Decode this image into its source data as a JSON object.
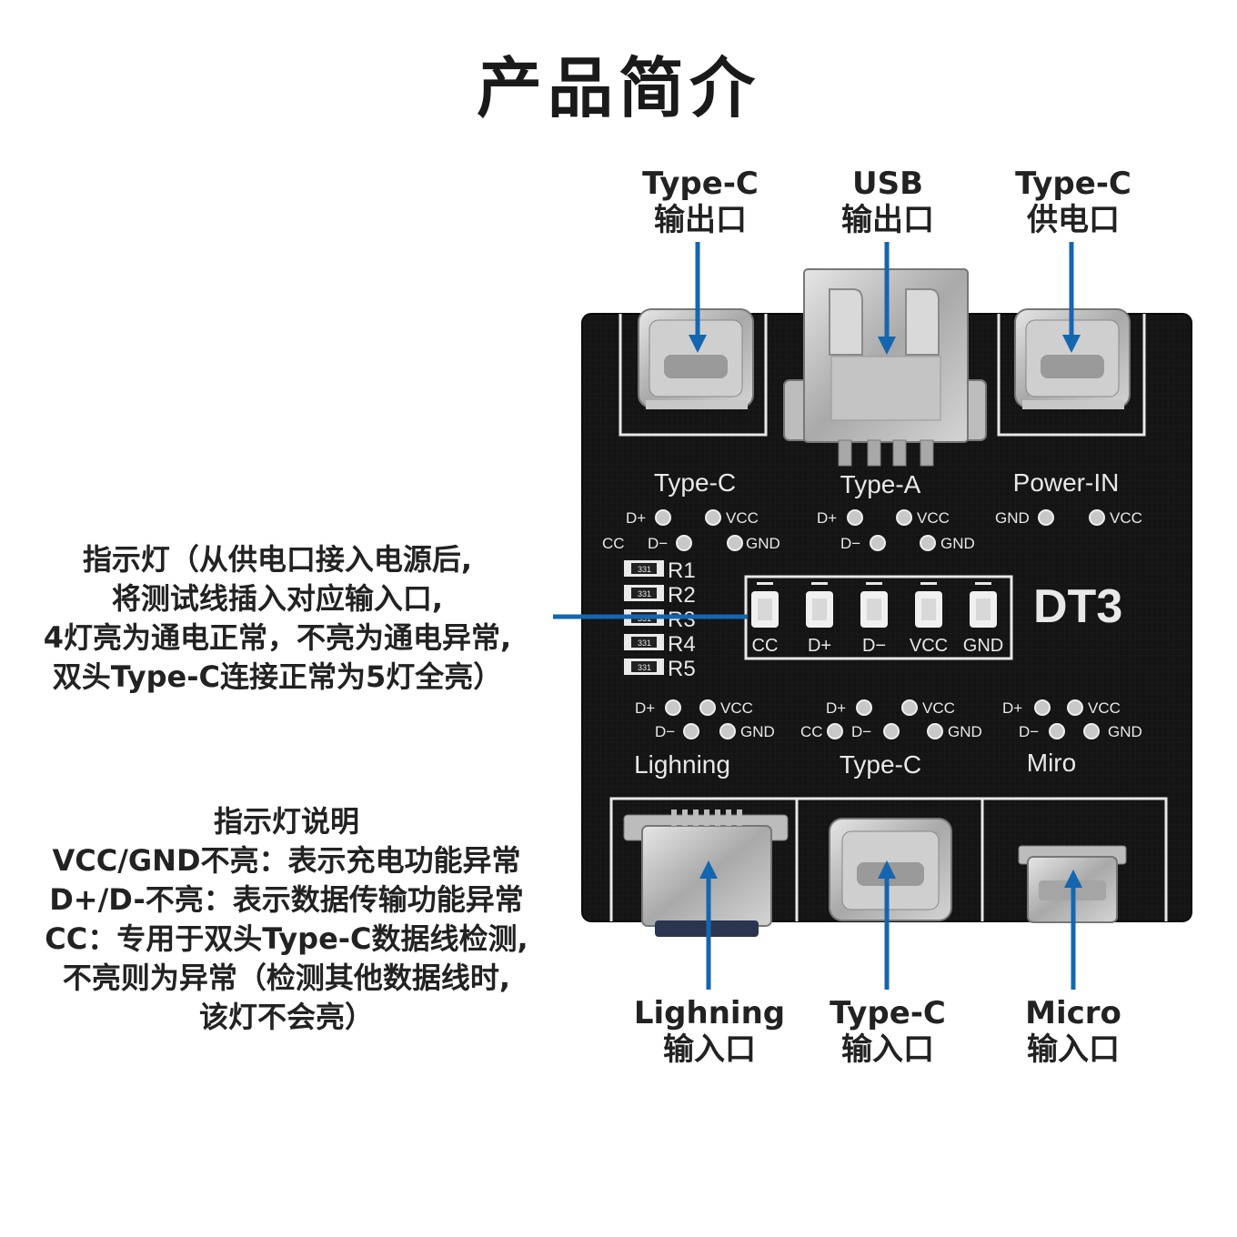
{
  "title": "产品简介",
  "top_labels": [
    {
      "line1": "Type-C",
      "line2": "输出口"
    },
    {
      "line1": "USB",
      "line2": "输出口"
    },
    {
      "line1": "Type-C",
      "line2": "供电口"
    }
  ],
  "bottom_labels": [
    {
      "line1": "Lighning",
      "line2": "输入口"
    },
    {
      "line1": "Type-C",
      "line2": "输入口"
    },
    {
      "line1": "Micro",
      "line2": "输入口"
    }
  ],
  "indicator_note": [
    "指示灯（从供电口接入电源后,",
    "将测试线插入对应输入口,",
    "4灯亮为通电正常，不亮为通电异常,",
    "双头Type-C连接正常为5灯全亮）"
  ],
  "legend": [
    "指示灯说明",
    "VCC/GND不亮：表示充电功能异常",
    "D+/D-不亮：表示数据传输功能异常",
    "CC：专用于双头Type-C数据线检测,",
    "不亮则为异常（检测其他数据线时,",
    "该灯不会亮）"
  ],
  "board": {
    "model": "DT3",
    "top_port_labels": [
      "Type-C",
      "Type-A",
      "Power-IN"
    ],
    "bottom_port_labels": [
      "Lighning",
      "Type-C",
      "Miro"
    ],
    "led_labels": [
      "CC",
      "D+",
      "D−",
      "VCC",
      "GND"
    ],
    "resistors": [
      "R1",
      "R2",
      "R3",
      "R4",
      "R5"
    ],
    "resistor_code": "331",
    "pad_labels": {
      "d_plus": "D+",
      "d_minus": "D−",
      "vcc": "VCC",
      "gnd": "GND",
      "cc": "CC"
    }
  },
  "colors": {
    "pcb": "#141414",
    "silk": "#e8e8e8",
    "arrow": "#1466b0",
    "metal": "#b9b9b9"
  }
}
